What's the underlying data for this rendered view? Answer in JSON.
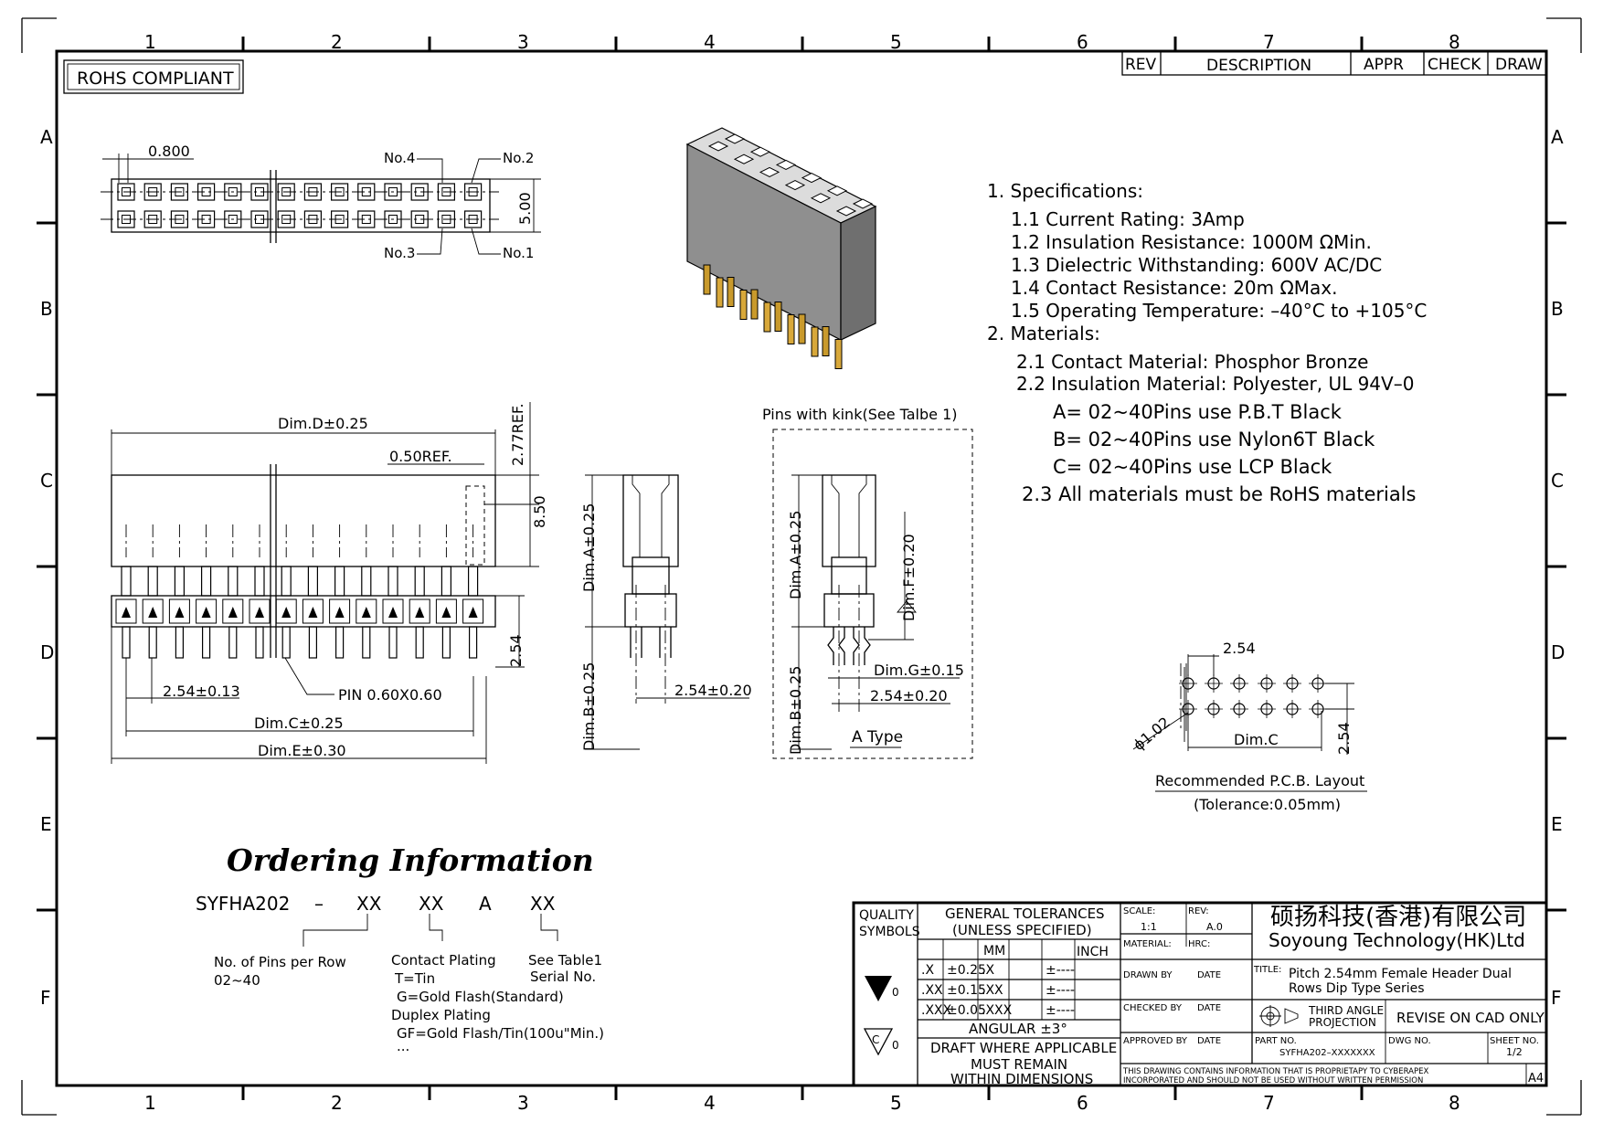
{
  "border": {
    "columns": [
      "1",
      "2",
      "3",
      "4",
      "5",
      "6",
      "7",
      "8"
    ],
    "rows": [
      "A",
      "B",
      "C",
      "D",
      "E",
      "F"
    ]
  },
  "rohs_badge": "ROHS COMPLIANT",
  "revision_table": {
    "rev": "REV",
    "description": "DESCRIPTION",
    "appr": "APPR",
    "check": "CHECK",
    "draw": "DRAW"
  },
  "top_view": {
    "pitch": "0.800",
    "no4": "No.4",
    "no2": "No.2",
    "no3": "No.3",
    "no1": "No.1",
    "width": "5.00"
  },
  "specifications": {
    "heading": "1.  Specifications:",
    "items": [
      "1.1  Current  Rating:     3Amp",
      "1.2  Insulation  Resistance:  1000M  ΩMin.",
      "1.3  Dielectric  Withstanding:     600V  AC/DC",
      "1.4  Contact  Resistance:     20m  ΩMax.",
      "1.5  Operating  Temperature:  –40°C  to  +105°C"
    ],
    "materials_heading": "2.  Materials:",
    "materials": [
      "2.1  Contact  Material:  Phosphor  Bronze",
      "2.2  Insulation  Material:  Polyester,  UL  94V–0"
    ],
    "options": [
      "A=  02~40Pins  use  P.B.T  Black",
      "B=  02~40Pins  use  Nylon6T  Black",
      "C=  02~40Pins  use  LCP  Black"
    ],
    "rohs_note": "2.3  All  materials  must  be  RoHS  materials"
  },
  "front_view": {
    "dim_d": "Dim.D±0.25",
    "ref050": "0.50REF.",
    "ref277": "2.77REF.",
    "h850": "8.50",
    "h254": "2.54",
    "pitch": "2.54±0.13",
    "pin": "PIN  0.60X0.60",
    "dim_c": "Dim.C±0.25",
    "dim_e": "Dim.E±0.30"
  },
  "side_view": {
    "dim_a": "Dim.A±0.25",
    "dim_b": "Dim.B±0.25",
    "pitch": "2.54±0.20"
  },
  "kink_view": {
    "title": "Pins  with  kink(See  Talbe  1)",
    "dim_a": "Dim.A±0.25",
    "dim_b": "Dim.B±0.25",
    "dim_f": "Dim.F±0.20",
    "dim_g": "Dim.G±0.15",
    "pitch": "2.54±0.20",
    "type": "A  Type"
  },
  "pcb_layout": {
    "pitch": "2.54",
    "hole": "ϕ1.02",
    "dim_c": "Dim.C",
    "row": "2.54",
    "title": "Recommended  P.C.B.  Layout",
    "tolerance": "(Tolerance:0.05mm)"
  },
  "ordering": {
    "title": "Ordering Information",
    "part": "SYFHA202",
    "dash": "–",
    "code1": "XX",
    "code2": "XX",
    "code3": "A",
    "code4": "XX",
    "pins_label": "No.  of  Pins  per  Row",
    "pins_range": "02~40",
    "plating_title": "Contact  Plating",
    "plating_lines": [
      "T=Tin",
      "G=Gold  Flash(Standard)",
      "Duplex  Plating",
      "GF=Gold  Flash/Tin(100u\"Min.)",
      "..."
    ],
    "table_ref": "See  Table1",
    "serial": "Serial  No."
  },
  "title_block": {
    "quality": "QUALITY",
    "symbols": "SYMBOLS",
    "gen_tol": "GENERAL  TOLERANCES",
    "unless": "(UNLESS  SPECIFIED)",
    "mm": "MM",
    "inch": "INCH",
    "tol_rows": [
      {
        "k": ".X",
        "v": "±0.25",
        "ik": ".X",
        "iv": "±----"
      },
      {
        "k": ".XX",
        "v": "±0.15",
        "ik": ".XX",
        "iv": "±----"
      },
      {
        "k": ".XXX",
        "v": "±0.05",
        "ik": ".XXX",
        "iv": "±----"
      }
    ],
    "angular": "ANGULAR  ±3°",
    "draft1": "DRAFT  WHERE  APPLICABLE",
    "draft2": "MUST  REMAIN",
    "draft3": "WITHIN  DIMENSIONS",
    "sym1": "0",
    "sym2": "0",
    "sym2_letter": "C",
    "scale_label": "SCALE:",
    "scale": "1:1",
    "rev_label": "REV:",
    "rev": "A.0",
    "material": "MATERIAL:",
    "hrc": "HRC:",
    "drawn": "DRAWN  BY",
    "checked": "CHECKED  BY",
    "approved": "APPROVED  BY",
    "date": "DATE",
    "company_cn": "硕扬科技(香港)有限公司",
    "company_en": "Soyoung  Technology(HK)Ltd",
    "title_label": "TITLE:",
    "title1": "Pitch  2.54mm  Female  Header  Dual",
    "title2": "Rows  Dip  Type  Series",
    "third1": "THIRD  ANGLE",
    "third2": "PROJECTION",
    "revise": "REVISE  ON  CAD  ONLY",
    "part_label": "PART  NO.",
    "part_no": "SYFHA202–XXXXXXX",
    "dwg": "DWG  NO.",
    "sheet_label": "SHEET  NO.",
    "sheet": "1/2",
    "notice1": "THIS  DRAWING  CONTAINS  INFORMATION  THAT  IS  PROPRIETAPY  TO  CYBERAPEX",
    "notice2": "INCORPORATED  AND  SHOULD  NOT  BE  USED  WITHOUT  WRITTEN  PERMISSION",
    "size": "A4"
  }
}
